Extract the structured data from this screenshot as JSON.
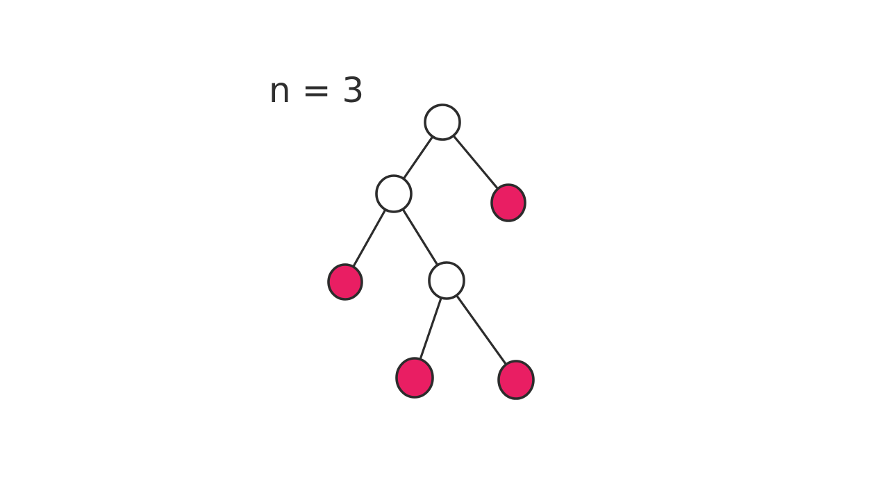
{
  "annotation": {
    "text": "n = 3"
  },
  "tree": {
    "colors": {
      "internal": "#ffffff",
      "leaf": "#e91e63",
      "stroke": "#2c2c2c"
    },
    "nodes": [
      {
        "id": "root",
        "kind": "internal"
      },
      {
        "id": "left",
        "kind": "internal"
      },
      {
        "id": "right-leaf",
        "kind": "leaf"
      },
      {
        "id": "left-left-leaf",
        "kind": "leaf"
      },
      {
        "id": "left-right",
        "kind": "internal"
      },
      {
        "id": "left-right-left-leaf",
        "kind": "leaf"
      },
      {
        "id": "left-right-right-leaf",
        "kind": "leaf"
      }
    ],
    "edges": [
      {
        "from": "root",
        "to": "left"
      },
      {
        "from": "root",
        "to": "right-leaf"
      },
      {
        "from": "left",
        "to": "left-left-leaf"
      },
      {
        "from": "left",
        "to": "left-right"
      },
      {
        "from": "left-right",
        "to": "left-right-left-leaf"
      },
      {
        "from": "left-right",
        "to": "left-right-right-leaf"
      }
    ]
  }
}
